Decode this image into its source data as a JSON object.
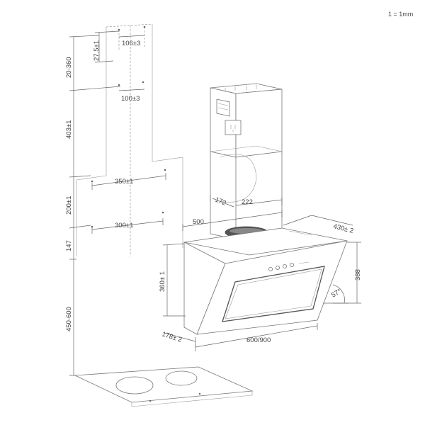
{
  "scale_note": "1 = 1mm",
  "dimensions": {
    "d_27_5": "27.5±1",
    "d_106": "106±3",
    "d_20_360": "20-360",
    "d_100": "100±3",
    "d_403": "403±1",
    "d_350": "350±1",
    "d_200": "200±1",
    "d_172": "172",
    "d_222": "222",
    "d_500": "500",
    "d_300": "300±1",
    "d_430": "430± 2",
    "d_147": "147",
    "d_360": "360± 1",
    "d_388": "388",
    "d_57": "57°",
    "d_450_600": "450-600",
    "d_178": "178± 2",
    "d_600_900": "600/900"
  }
}
